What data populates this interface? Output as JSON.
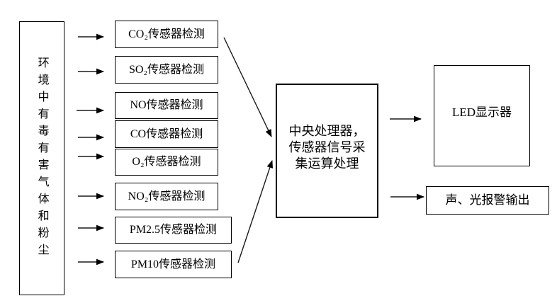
{
  "source": {
    "label": "环境中有毒有害气体和粉尘"
  },
  "sensors": [
    {
      "label": "CO₂传感器检测"
    },
    {
      "label": "SO₂传感器检测"
    },
    {
      "label": "NO传感器检测"
    },
    {
      "label": "CO传感器检测"
    },
    {
      "label": "O₂传感器检测"
    },
    {
      "label": "NO₂传感器检测"
    },
    {
      "label": "PM2.5传感器检测"
    },
    {
      "label": "PM10传感器检测"
    }
  ],
  "processor": {
    "lines": [
      "中央处理器，",
      "传感器信号采",
      "集运算处理"
    ]
  },
  "outputs": {
    "led": {
      "label": "LED显示器"
    },
    "alarm": {
      "label": "声、光报警输出"
    }
  },
  "colors": {
    "line": "#000000",
    "background": "#ffffff",
    "text": "#000000"
  }
}
